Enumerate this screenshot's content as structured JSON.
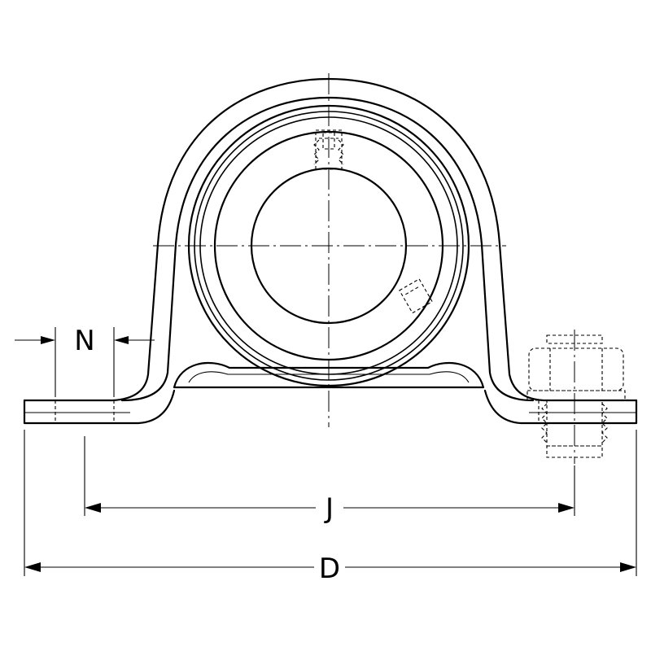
{
  "dimensions": {
    "n_label": "N",
    "j_label": "J",
    "d_label": "D"
  }
}
